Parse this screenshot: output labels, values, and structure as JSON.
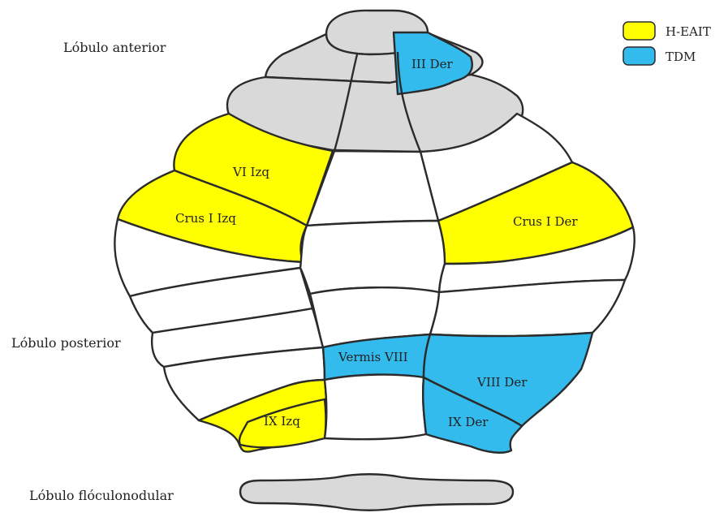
{
  "side_labels": {
    "anterior": "Lóbulo anterior",
    "posterior": "Lóbulo posterior",
    "flocculonodular": "Lóbulo flóculonodular"
  },
  "legend": [
    {
      "label": "H-EAIT",
      "color": "#ffff00"
    },
    {
      "label": "TDM",
      "color": "#33bbee"
    }
  ],
  "region_labels": {
    "iii_der": "III Der",
    "vi_izq": "VI Izq",
    "crus_i_izq": "Crus I Izq",
    "crus_i_der": "Crus I Der",
    "vermis_viii": "Vermis VIII",
    "viii_der": "VIII Der",
    "ix_izq": "IX Izq",
    "ix_der": "IX Der"
  },
  "colors": {
    "anterior_fill": "#d9d9d9",
    "flocculonodular_fill": "#d9d9d9",
    "h_eait": "#ffff00",
    "tdm": "#33bbee",
    "outline": "#2b2b2b"
  }
}
